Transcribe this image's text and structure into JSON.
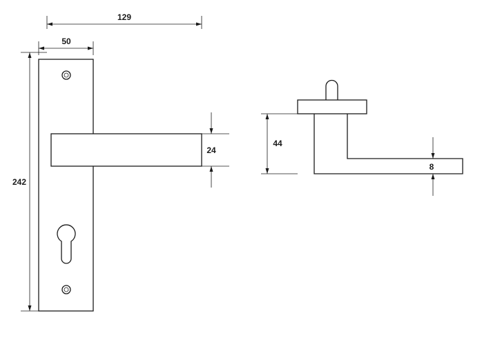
{
  "dimensions": {
    "overall_width": "129",
    "plate_width": "50",
    "plate_height": "242",
    "handle_height": "24",
    "projection": "44",
    "thickness": "8"
  }
}
